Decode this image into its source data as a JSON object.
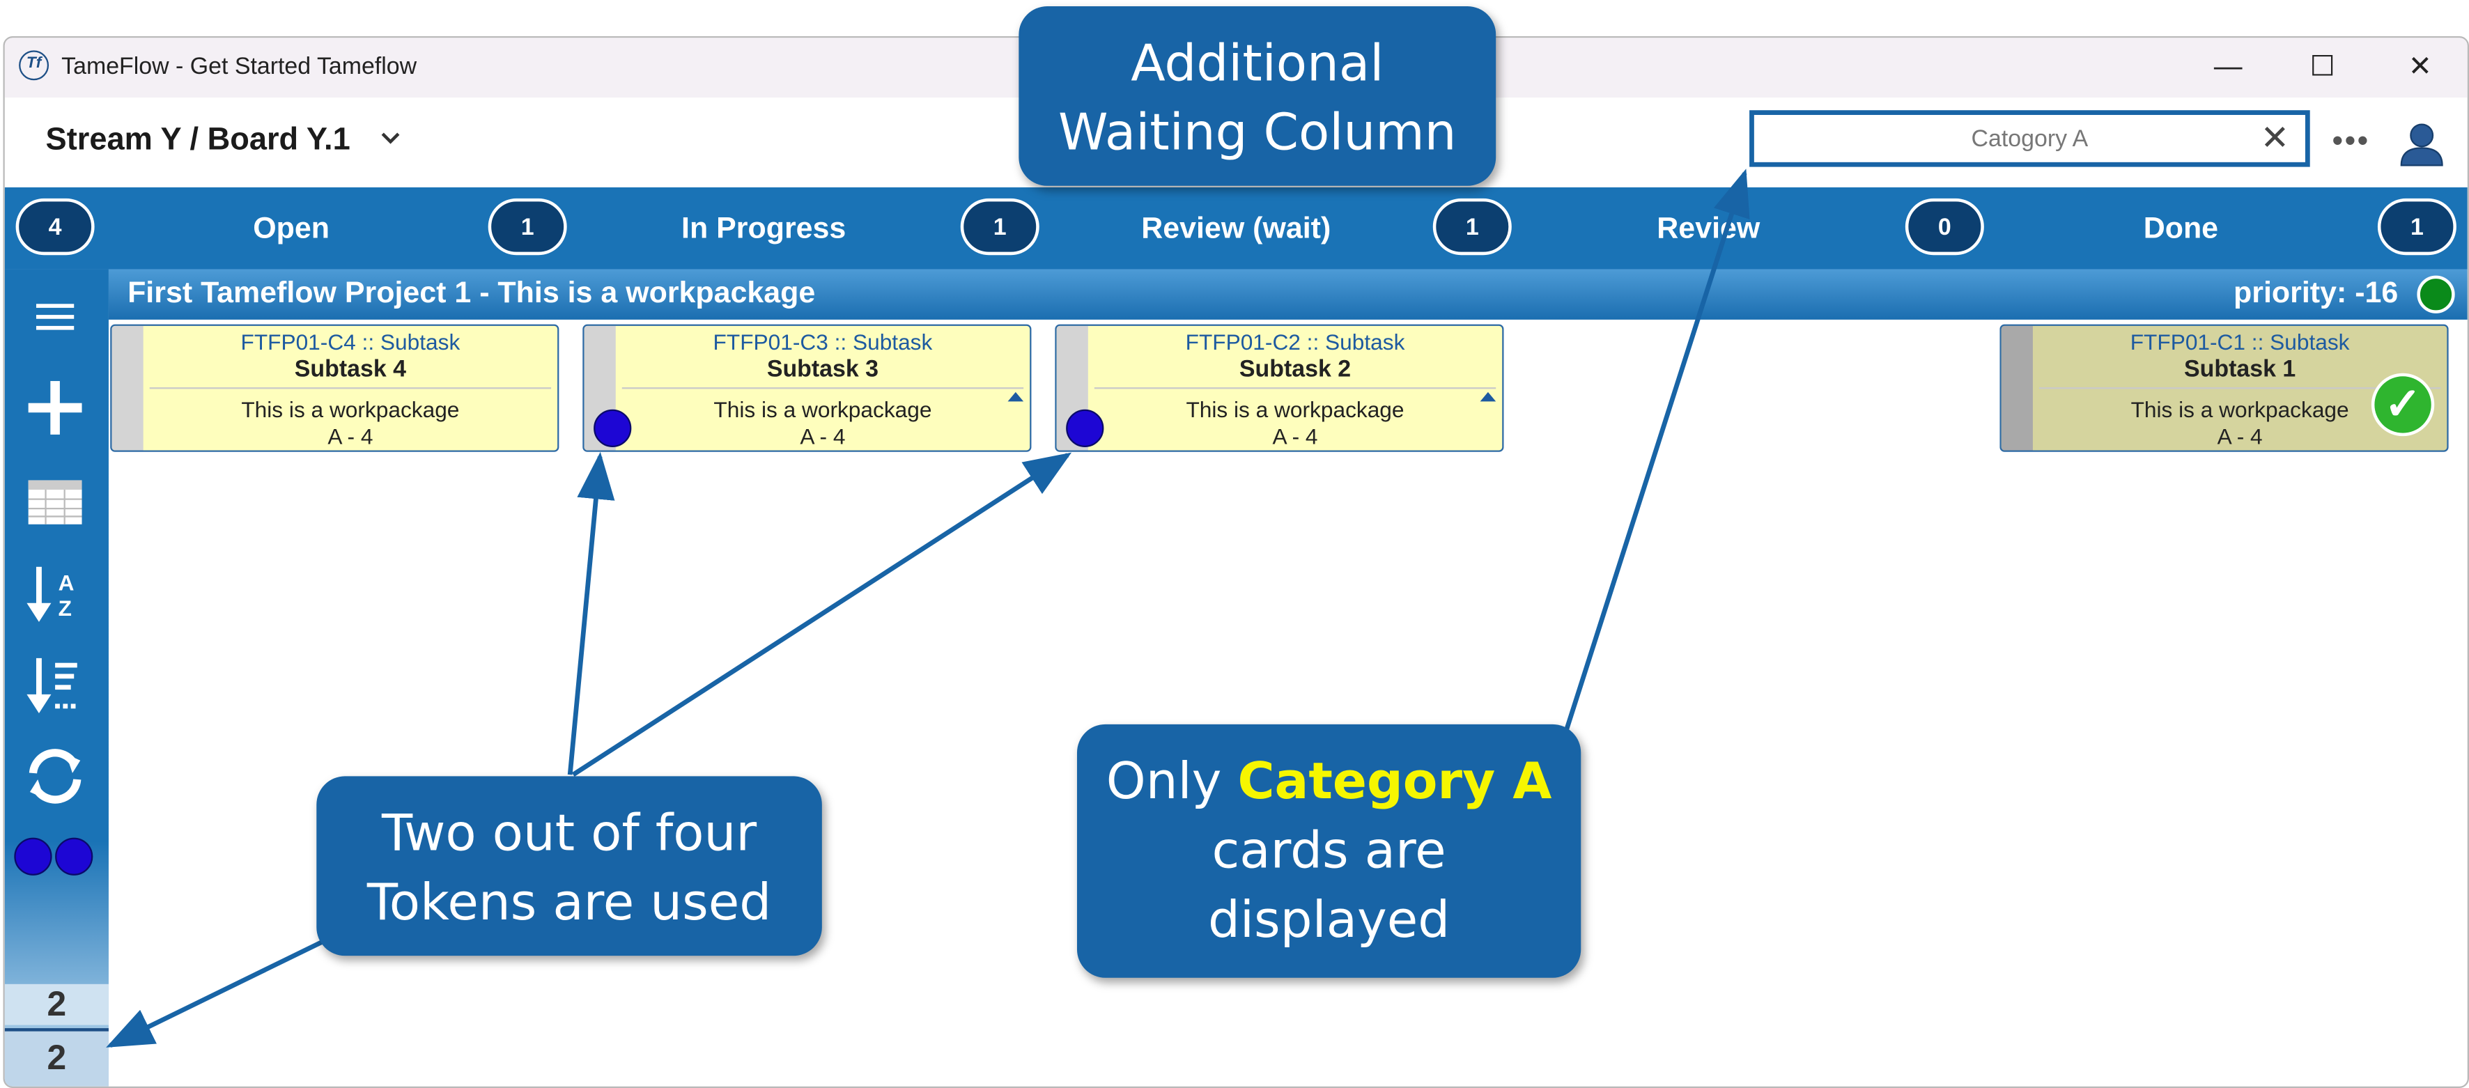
{
  "window": {
    "title": "TameFlow - Get Started Tameflow",
    "app_icon": "tameflow-logo-icon"
  },
  "window_controls": {
    "minimize": "—",
    "maximize": "☐",
    "close": "✕"
  },
  "toolbar": {
    "board_name": "Stream Y / Board Y.1",
    "search_value": "Catogory A",
    "clear_icon": "✕",
    "more_icon": "•••"
  },
  "columns": [
    {
      "name": "Open",
      "count": "1"
    },
    {
      "name": "In Progress",
      "count": "1"
    },
    {
      "name": "Review (wait)",
      "count": "1"
    },
    {
      "name": "Review",
      "count": "0"
    },
    {
      "name": "Done",
      "count": "1"
    }
  ],
  "backlog_count": "4",
  "left_toolbar": {
    "icons": [
      "menu-icon",
      "add-icon",
      "board-layout-icon",
      "sort-alpha-icon",
      "sort-priority-icon",
      "refresh-icon"
    ],
    "tokens_used": 2,
    "tokens_total": 4,
    "wip_values": [
      "2",
      "2"
    ]
  },
  "swimlane": {
    "title": "First Tameflow Project 1 - This is a workpackage",
    "priority": "priority: -16",
    "status_color": "#0a8a1a"
  },
  "cards": [
    {
      "id": "FTFP01-C4 :: Subtask",
      "title": "Subtask 4",
      "desc": "This is a workpackage",
      "category": "A - 4"
    },
    {
      "id": "FTFP01-C3 :: Subtask",
      "title": "Subtask 3",
      "desc": "This is a workpackage",
      "category": "A - 4"
    },
    {
      "id": "FTFP01-C2 :: Subtask",
      "title": "Subtask 2",
      "desc": "This is a workpackage",
      "category": "A - 4"
    },
    {
      "id": "FTFP01-C1 :: Subtask",
      "title": "Subtask 1",
      "desc": "This is a workpackage",
      "category": "A - 4"
    }
  ],
  "callouts": {
    "waiting_line1": "Additional",
    "waiting_line2": "Waiting Column",
    "tokens_line1": "Two out of four",
    "tokens_line2": "Tokens are used",
    "category_pre": "Only ",
    "category_hl": "Category A",
    "category_line2": "cards are",
    "category_line3": "displayed"
  },
  "colors": {
    "accent": "#1a73b6",
    "callout": "#1864a6",
    "token": "#1d06d4",
    "card": "#fefebd",
    "card_done": "#d5d49e",
    "highlight": "#f6f600"
  }
}
